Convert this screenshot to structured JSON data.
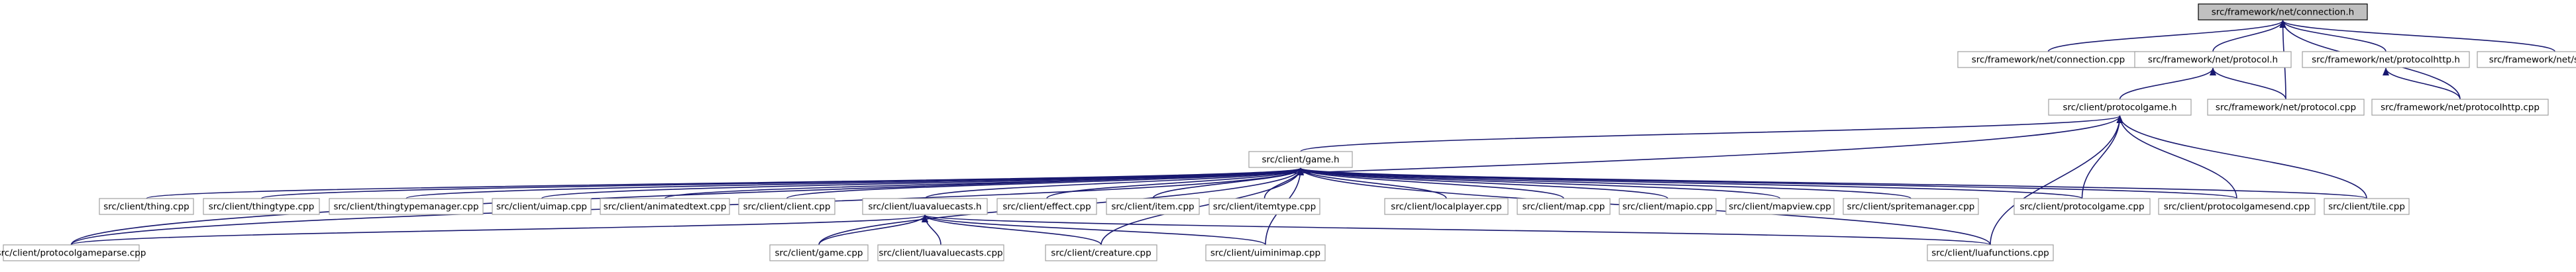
{
  "graph": {
    "title": "",
    "colors": {
      "edge": "#191970",
      "root_fill": "#c0c0c0",
      "node_border": "#a0a0a0"
    },
    "nodes": {
      "root": "src/framework/net/connection.h",
      "connection_cpp": "src/framework/net/connection.cpp",
      "protocol_h": "src/framework/net/protocol.h",
      "protocolhttp_h": "src/framework/net/protocolhttp.h",
      "server_cpp": "src/framework/net/server.cpp",
      "protocolgame_h": "src/client/protocolgame.h",
      "protocol_cpp": "src/framework/net/protocol.cpp",
      "protocolhttp_cpp": "src/framework/net/protocolhttp.cpp",
      "game_h": "src/client/game.h",
      "thing_cpp": "src/client/thing.cpp",
      "thingtype_cpp": "src/client/thingtype.cpp",
      "thingtypemanager_cpp": "src/client/thingtypemanager.cpp",
      "uimap_cpp": "src/client/uimap.cpp",
      "animatedtext_cpp": "src/client/animatedtext.cpp",
      "client_cpp": "src/client/client.cpp",
      "luavaluecasts_h": "src/client/luavaluecasts.h",
      "effect_cpp": "src/client/effect.cpp",
      "item_cpp": "src/client/item.cpp",
      "itemtype_cpp": "src/client/itemtype.cpp",
      "localplayer_cpp": "src/client/localplayer.cpp",
      "map_cpp": "src/client/map.cpp",
      "mapio_cpp": "src/client/mapio.cpp",
      "mapview_cpp": "src/client/mapview.cpp",
      "spritemanager_cpp": "src/client/spritemanager.cpp",
      "protocolgame_cpp": "src/client/protocolgame.cpp",
      "protocolgamesend_cpp": "src/client/protocolgamesend.cpp",
      "tile_cpp": "src/client/tile.cpp",
      "protocolgameparse_cpp": "src/client/protocolgameparse.cpp",
      "game_cpp": "src/client/game.cpp",
      "luavaluecasts_cpp": "src/client/luavaluecasts.cpp",
      "creature_cpp": "src/client/creature.cpp",
      "uiminimap_cpp": "src/client/uiminimap.cpp",
      "luafunctions_cpp": "src/client/luafunctions.cpp"
    }
  }
}
